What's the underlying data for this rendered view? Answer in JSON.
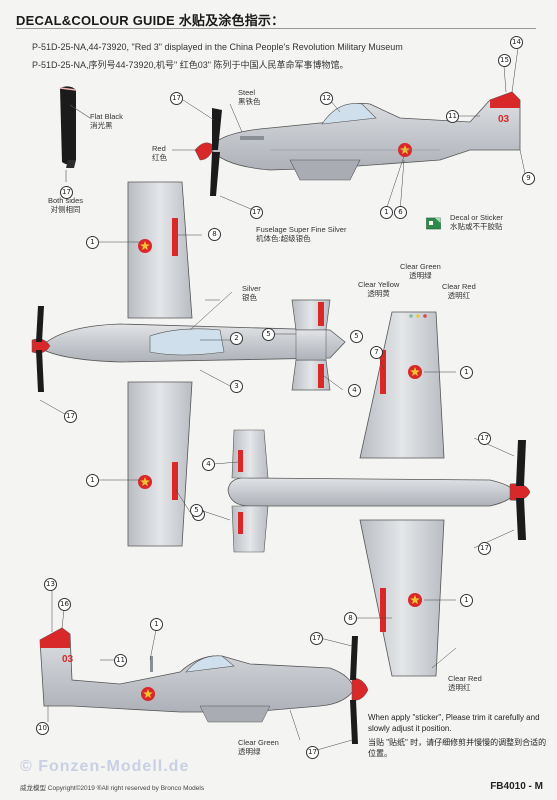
{
  "header": {
    "title": "DECAL&COLOUR GUIDE 水贴及涂色指示：",
    "line1": "P-51D-25-NA,44-73920, \"Red 3\" displayed in the China People's Revolution Military Museum",
    "line2": "P-51D-25-NA,序列号44-73920,机号\" 红色03\" 陈列于中国人民革命军事博物馆。"
  },
  "colors": {
    "flat_black": "#1b1b1b",
    "red": "#d8282a",
    "silver": "#c9ccd0",
    "steel": "#8a8f96",
    "clear_green": "#7fbf9a",
    "clear_yellow": "#e6c84a",
    "clear_red": "#d84a4a"
  },
  "labels": {
    "flat_black": "Flat Black\n消光黑",
    "both_sides": "Both sides\n对侧相同",
    "steel": "Steel\n黑铁色",
    "red": "Red\n红色",
    "fuselage_silver": "Fuselage Super Fine Silver\n机体色:超级银色",
    "decal_or_sticker": "Decal or Sticker\n水贴或不干胶贴",
    "silver": "Silver\n银色",
    "clear_green_top": "Clear Green\n透明绿",
    "clear_yellow": "Clear Yellow\n透明黄",
    "clear_red_top": "Clear Red\n透明红",
    "clear_red_bottom": "Clear Red\n透明红",
    "clear_green_bottom": "Clear Green\n透明绿",
    "tail_number": "03"
  },
  "callouts": [
    "1",
    "2",
    "3",
    "4",
    "5",
    "6",
    "7",
    "8",
    "9",
    "10",
    "11",
    "12",
    "13",
    "14",
    "15",
    "16",
    "17"
  ],
  "note": {
    "en": "When apply \"sticker\", Please trim it carefully and slowly adjust it position.",
    "cn": "当贴 \"贴纸\" 时，请仔细修剪并慢慢的调整到合适的位置。"
  },
  "footer": {
    "copyright": "威龙模型  Copyright©2019 ®All right reserved by Bronco Models",
    "code": "FB4010 - M",
    "watermark": "© Fonzen-Modell.de"
  }
}
